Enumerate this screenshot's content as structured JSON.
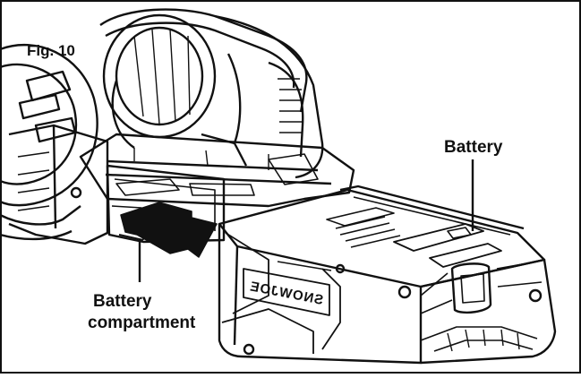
{
  "figure": {
    "label": "Fig. 10"
  },
  "callouts": {
    "battery": "Battery",
    "compartment_line1": "Battery",
    "compartment_line2": "compartment"
  },
  "product": {
    "brand_mark": "SNOWJOE"
  },
  "colors": {
    "ink": "#111111",
    "paper": "#ffffff",
    "arrow": "#111111"
  }
}
